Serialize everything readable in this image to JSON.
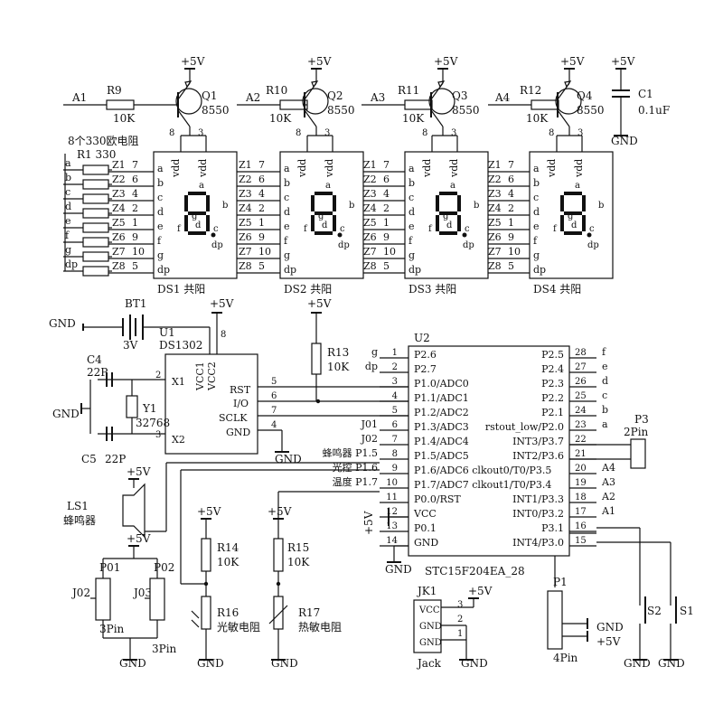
{
  "power": {
    "vcc": "+5V",
    "gnd": "GND",
    "cap": "C1",
    "cap_value": "0.1uF",
    "sep8": "8",
    "sep3": "3"
  },
  "transistors": [
    {
      "ref": "Q1",
      "part": "8550",
      "res": "R9",
      "res_val": "10K",
      "input": "A1"
    },
    {
      "ref": "Q2",
      "part": "8550",
      "res": "R10",
      "res_val": "10K",
      "input": "A2"
    },
    {
      "ref": "Q3",
      "part": "8550",
      "res": "R11",
      "res_val": "10K",
      "input": "A3"
    },
    {
      "ref": "Q4",
      "part": "8550",
      "res": "R12",
      "res_val": "10K",
      "input": "A4"
    }
  ],
  "resistor_array": {
    "note": "8个330欧电阻",
    "ref": "R1 330"
  },
  "segments": [
    "a",
    "b",
    "c",
    "d",
    "e",
    "f",
    "g",
    "dp"
  ],
  "z_nets": [
    "Z1",
    "Z2",
    "Z3",
    "Z4",
    "Z5",
    "Z6",
    "Z7",
    "Z8"
  ],
  "z_pins": [
    "7",
    "6",
    "4",
    "2",
    "1",
    "9",
    "10",
    "5"
  ],
  "displays": [
    {
      "ref": "DS1",
      "note": "共阳",
      "vdd": "vdd"
    },
    {
      "ref": "DS2",
      "note": "共阳",
      "vdd": "vdd"
    },
    {
      "ref": "DS3",
      "note": "共阳",
      "vdd": "vdd"
    },
    {
      "ref": "DS4",
      "note": "共阳",
      "vdd": "vdd"
    }
  ],
  "battery": {
    "ref": "BT1",
    "value": "3V"
  },
  "rtc": {
    "ref": "U1",
    "part": "DS1302",
    "pins": {
      "vcc1": "VCC1",
      "vcc2": "VCC2",
      "rst": "RST",
      "io": "I/O",
      "sclk": "SCLK",
      "gnd": "GND",
      "x1": "X1",
      "x2": "X2"
    },
    "pin_nums": {
      "vcc": "8",
      "rst": "5",
      "io": "6",
      "sclk": "7",
      "gnd": "4",
      "x1": "2",
      "x2": "3"
    }
  },
  "crystal": {
    "ref": "Y1",
    "value": "32768",
    "c4": "C4",
    "c4_val": "22P",
    "c5": "C5",
    "c5_val": "22P"
  },
  "r13": {
    "ref": "R13",
    "value": "10K"
  },
  "mcu": {
    "ref": "U2",
    "part": "STC15F204EA_28",
    "left": [
      {
        "num": "1",
        "name": "P2.6",
        "net": "g"
      },
      {
        "num": "2",
        "name": "P2.7",
        "net": "dp"
      },
      {
        "num": "3",
        "name": "P1.0/ADC0",
        "net": ""
      },
      {
        "num": "4",
        "name": "P1.1/ADC1",
        "net": ""
      },
      {
        "num": "5",
        "name": "P1.2/ADC2",
        "net": ""
      },
      {
        "num": "6",
        "name": "P1.3/ADC3",
        "net": "J01"
      },
      {
        "num": "7",
        "name": "P1.4/ADC4",
        "net": "J02"
      },
      {
        "num": "8",
        "name": "P1.5/ADC5",
        "net": "蜂鸣器 P1.5"
      },
      {
        "num": "9",
        "name": "P1.6/ADC6 clkout0/T0/P3.5",
        "net": "光控 P1.6"
      },
      {
        "num": "10",
        "name": "P1.7/ADC7 clkout1/T0/P3.4",
        "net": "温度 P1.7"
      },
      {
        "num": "11",
        "name": "P0.0/RST",
        "net": ""
      },
      {
        "num": "12",
        "name": "VCC",
        "net": ""
      },
      {
        "num": "13",
        "name": "P0.1",
        "net": ""
      },
      {
        "num": "14",
        "name": "GND",
        "net": ""
      }
    ],
    "right": [
      {
        "num": "28",
        "name": "P2.5",
        "net": "f"
      },
      {
        "num": "27",
        "name": "P2.4",
        "net": "e"
      },
      {
        "num": "26",
        "name": "P2.3",
        "net": "d"
      },
      {
        "num": "25",
        "name": "P2.2",
        "net": "c"
      },
      {
        "num": "24",
        "name": "P2.1",
        "net": "b"
      },
      {
        "num": "23",
        "name": "rstout_low/P2.0",
        "net": "a"
      },
      {
        "num": "22",
        "name": "INT3/P3.7",
        "net": ""
      },
      {
        "num": "21",
        "name": "INT2/P3.6",
        "net": ""
      },
      {
        "num": "20",
        "name": "",
        "net": "A4"
      },
      {
        "num": "19",
        "name": "",
        "net": "A3"
      },
      {
        "num": "18",
        "name": "INT1/P3.3",
        "net": "A2"
      },
      {
        "num": "17",
        "name": "INT0/P3.2",
        "net": "A1"
      },
      {
        "num": "16",
        "name": "P3.1",
        "net": ""
      },
      {
        "num": "15",
        "name": "INT4/P3.0",
        "net": ""
      }
    ]
  },
  "p3": {
    "ref": "P3",
    "label": "2Pin"
  },
  "buzzer": {
    "ref": "LS1",
    "label": "蜂鸣器"
  },
  "r14": {
    "ref": "R14",
    "value": "10K"
  },
  "r15": {
    "ref": "R15",
    "value": "10K"
  },
  "r16": {
    "ref": "R16",
    "label": "光敏电阻"
  },
  "r17": {
    "ref": "R17",
    "label": "热敏电阻"
  },
  "p01": {
    "ref": "P01",
    "net": "J02",
    "label": "3Pin"
  },
  "p02": {
    "ref": "P02",
    "net": "J03",
    "label": "3Pin"
  },
  "jack": {
    "ref": "JK1",
    "label": "Jack",
    "pins": [
      "VCC",
      "GND",
      "GND"
    ],
    "nums": [
      "3",
      "2",
      "1"
    ]
  },
  "p1": {
    "ref": "P1",
    "label": "4Pin"
  },
  "switches": [
    {
      "ref": "S2"
    },
    {
      "ref": "S1"
    }
  ]
}
